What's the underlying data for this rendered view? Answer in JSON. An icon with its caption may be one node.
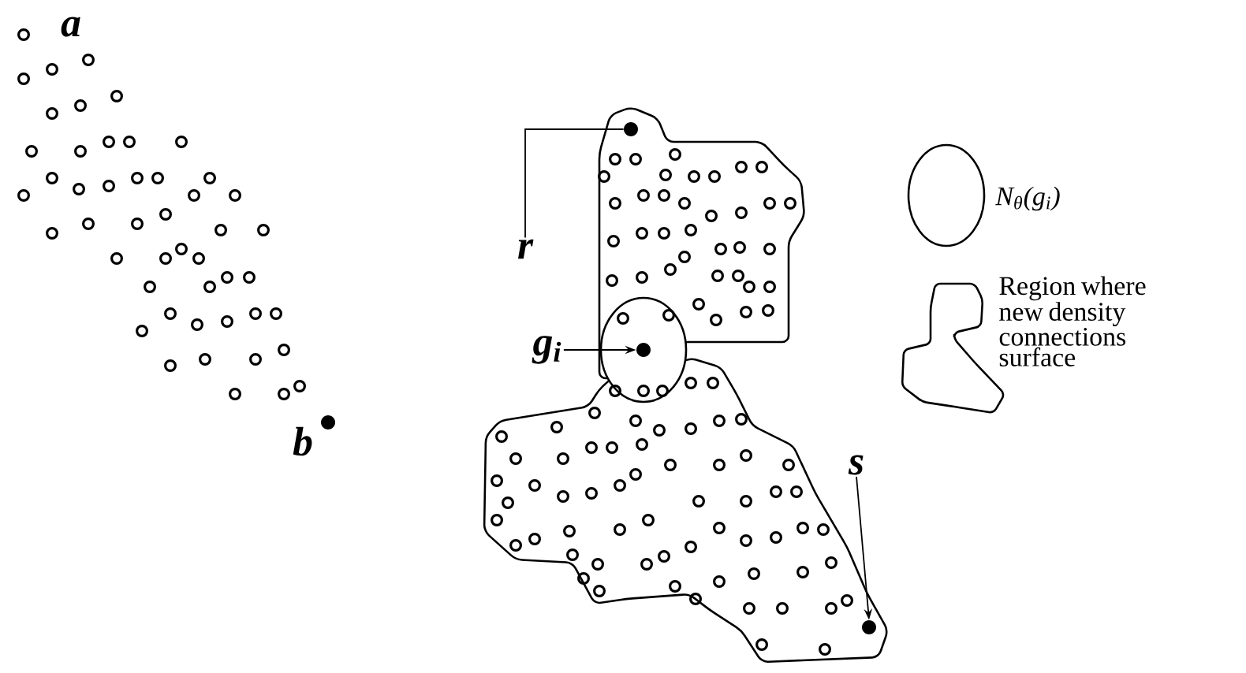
{
  "diagram": {
    "nodes": [
      {
        "text": [
          "r"
        ]
      },
      {
        "text": [],
        "shape": "circle"
      },
      {
        "text": [
          "g$_{i}$"
        ]
      },
      {
        "text": [],
        "shape": "circle"
      },
      {
        "text": [
          "s"
        ]
      },
      {
        "text": [],
        "shape": "circle"
      }
    ],
    "edges": [
      {
        "from": 0,
        "to": 1,
        "arrow": "none"
      },
      {
        "from": 2,
        "to": 3,
        "arrow": "to"
      },
      {
        "from": 4,
        "to": 5,
        "arrow": "to"
      }
    ],
    "labels": [
      "a",
      "b"
    ],
    "legend": [
      {
        "text": "N$_{θ}$(g$_{i}$)"
      },
      {
        "text": "Region where new density connections surface"
      }
    ]
  }
}
